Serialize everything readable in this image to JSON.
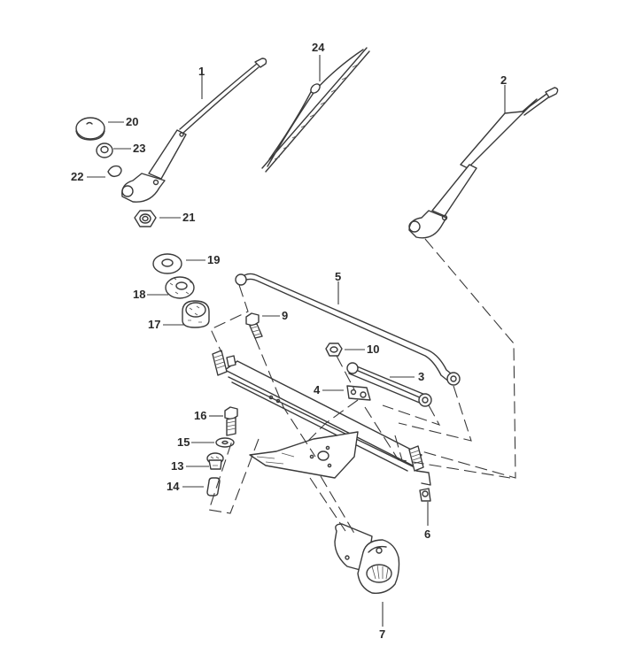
{
  "diagram": {
    "title": "Windshield wiper assembly - exploded parts view",
    "ink_color": "#3a3a3a",
    "background": "#ffffff",
    "parts": [
      {
        "callout": "1",
        "part": "wiper-arm-left"
      },
      {
        "callout": "2",
        "part": "wiper-arm-right"
      },
      {
        "callout": "3",
        "part": "connecting-rod-short"
      },
      {
        "callout": "4",
        "part": "bracket-plate"
      },
      {
        "callout": "5",
        "part": "connecting-rod-long"
      },
      {
        "callout": "6",
        "part": "pivot-bushing-right"
      },
      {
        "callout": "7",
        "part": "wiper-motor"
      },
      {
        "callout": "9",
        "part": "bolt-frame"
      },
      {
        "callout": "10",
        "part": "nut-crank"
      },
      {
        "callout": "13",
        "part": "rubber-mount"
      },
      {
        "callout": "14",
        "part": "spacer-sleeve"
      },
      {
        "callout": "15",
        "part": "washer"
      },
      {
        "callout": "16",
        "part": "bolt-mount"
      },
      {
        "callout": "17",
        "part": "grommet-large"
      },
      {
        "callout": "18",
        "part": "grommet-seal"
      },
      {
        "callout": "19",
        "part": "flat-washer"
      },
      {
        "callout": "20",
        "part": "cap"
      },
      {
        "callout": "21",
        "part": "hex-nut"
      },
      {
        "callout": "22",
        "part": "spring-washer"
      },
      {
        "callout": "23",
        "part": "nut-small"
      },
      {
        "callout": "24",
        "part": "wiper-blade"
      }
    ]
  },
  "labels": {
    "l1": "1",
    "l2": "2",
    "l3": "3",
    "l4": "4",
    "l5": "5",
    "l6": "6",
    "l7": "7",
    "l9": "9",
    "l10": "10",
    "l13": "13",
    "l14": "14",
    "l15": "15",
    "l16": "16",
    "l17": "17",
    "l18": "18",
    "l19": "19",
    "l20": "20",
    "l21": "21",
    "l22": "22",
    "l23": "23",
    "l24": "24"
  }
}
